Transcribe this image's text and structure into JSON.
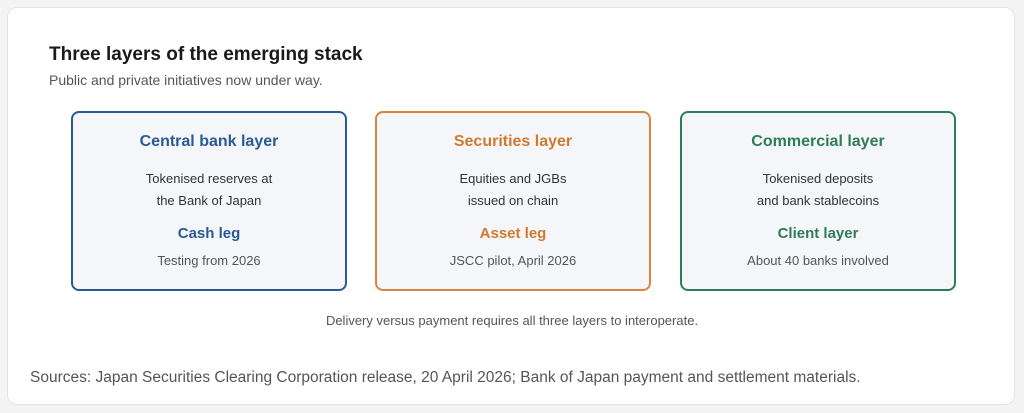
{
  "header": {
    "title": "Three layers of the emerging stack",
    "subtitle": "Public and private initiatives now under way."
  },
  "layers": [
    {
      "title": "Central bank layer",
      "desc_lines": [
        "Tokenised reserves at",
        "the Bank of Japan"
      ],
      "leg": "Cash leg",
      "status": "Testing from 2026",
      "color": "#2a5a94"
    },
    {
      "title": "Securities layer",
      "desc_lines": [
        "Equities and JGBs",
        "issued on chain"
      ],
      "leg": "Asset leg",
      "status": "JSCC pilot, April 2026",
      "color": "#d07a2e"
    },
    {
      "title": "Commercial layer",
      "desc_lines": [
        "Tokenised deposits",
        "and bank stablecoins"
      ],
      "leg": "Client layer",
      "status": "About 40 banks involved",
      "color": "#2f7d57"
    }
  ],
  "note": "Delivery versus payment requires all three layers to interoperate.",
  "sources": "Sources: Japan Securities Clearing Corporation release, 20 April 2026; Bank of Japan payment and settlement materials."
}
